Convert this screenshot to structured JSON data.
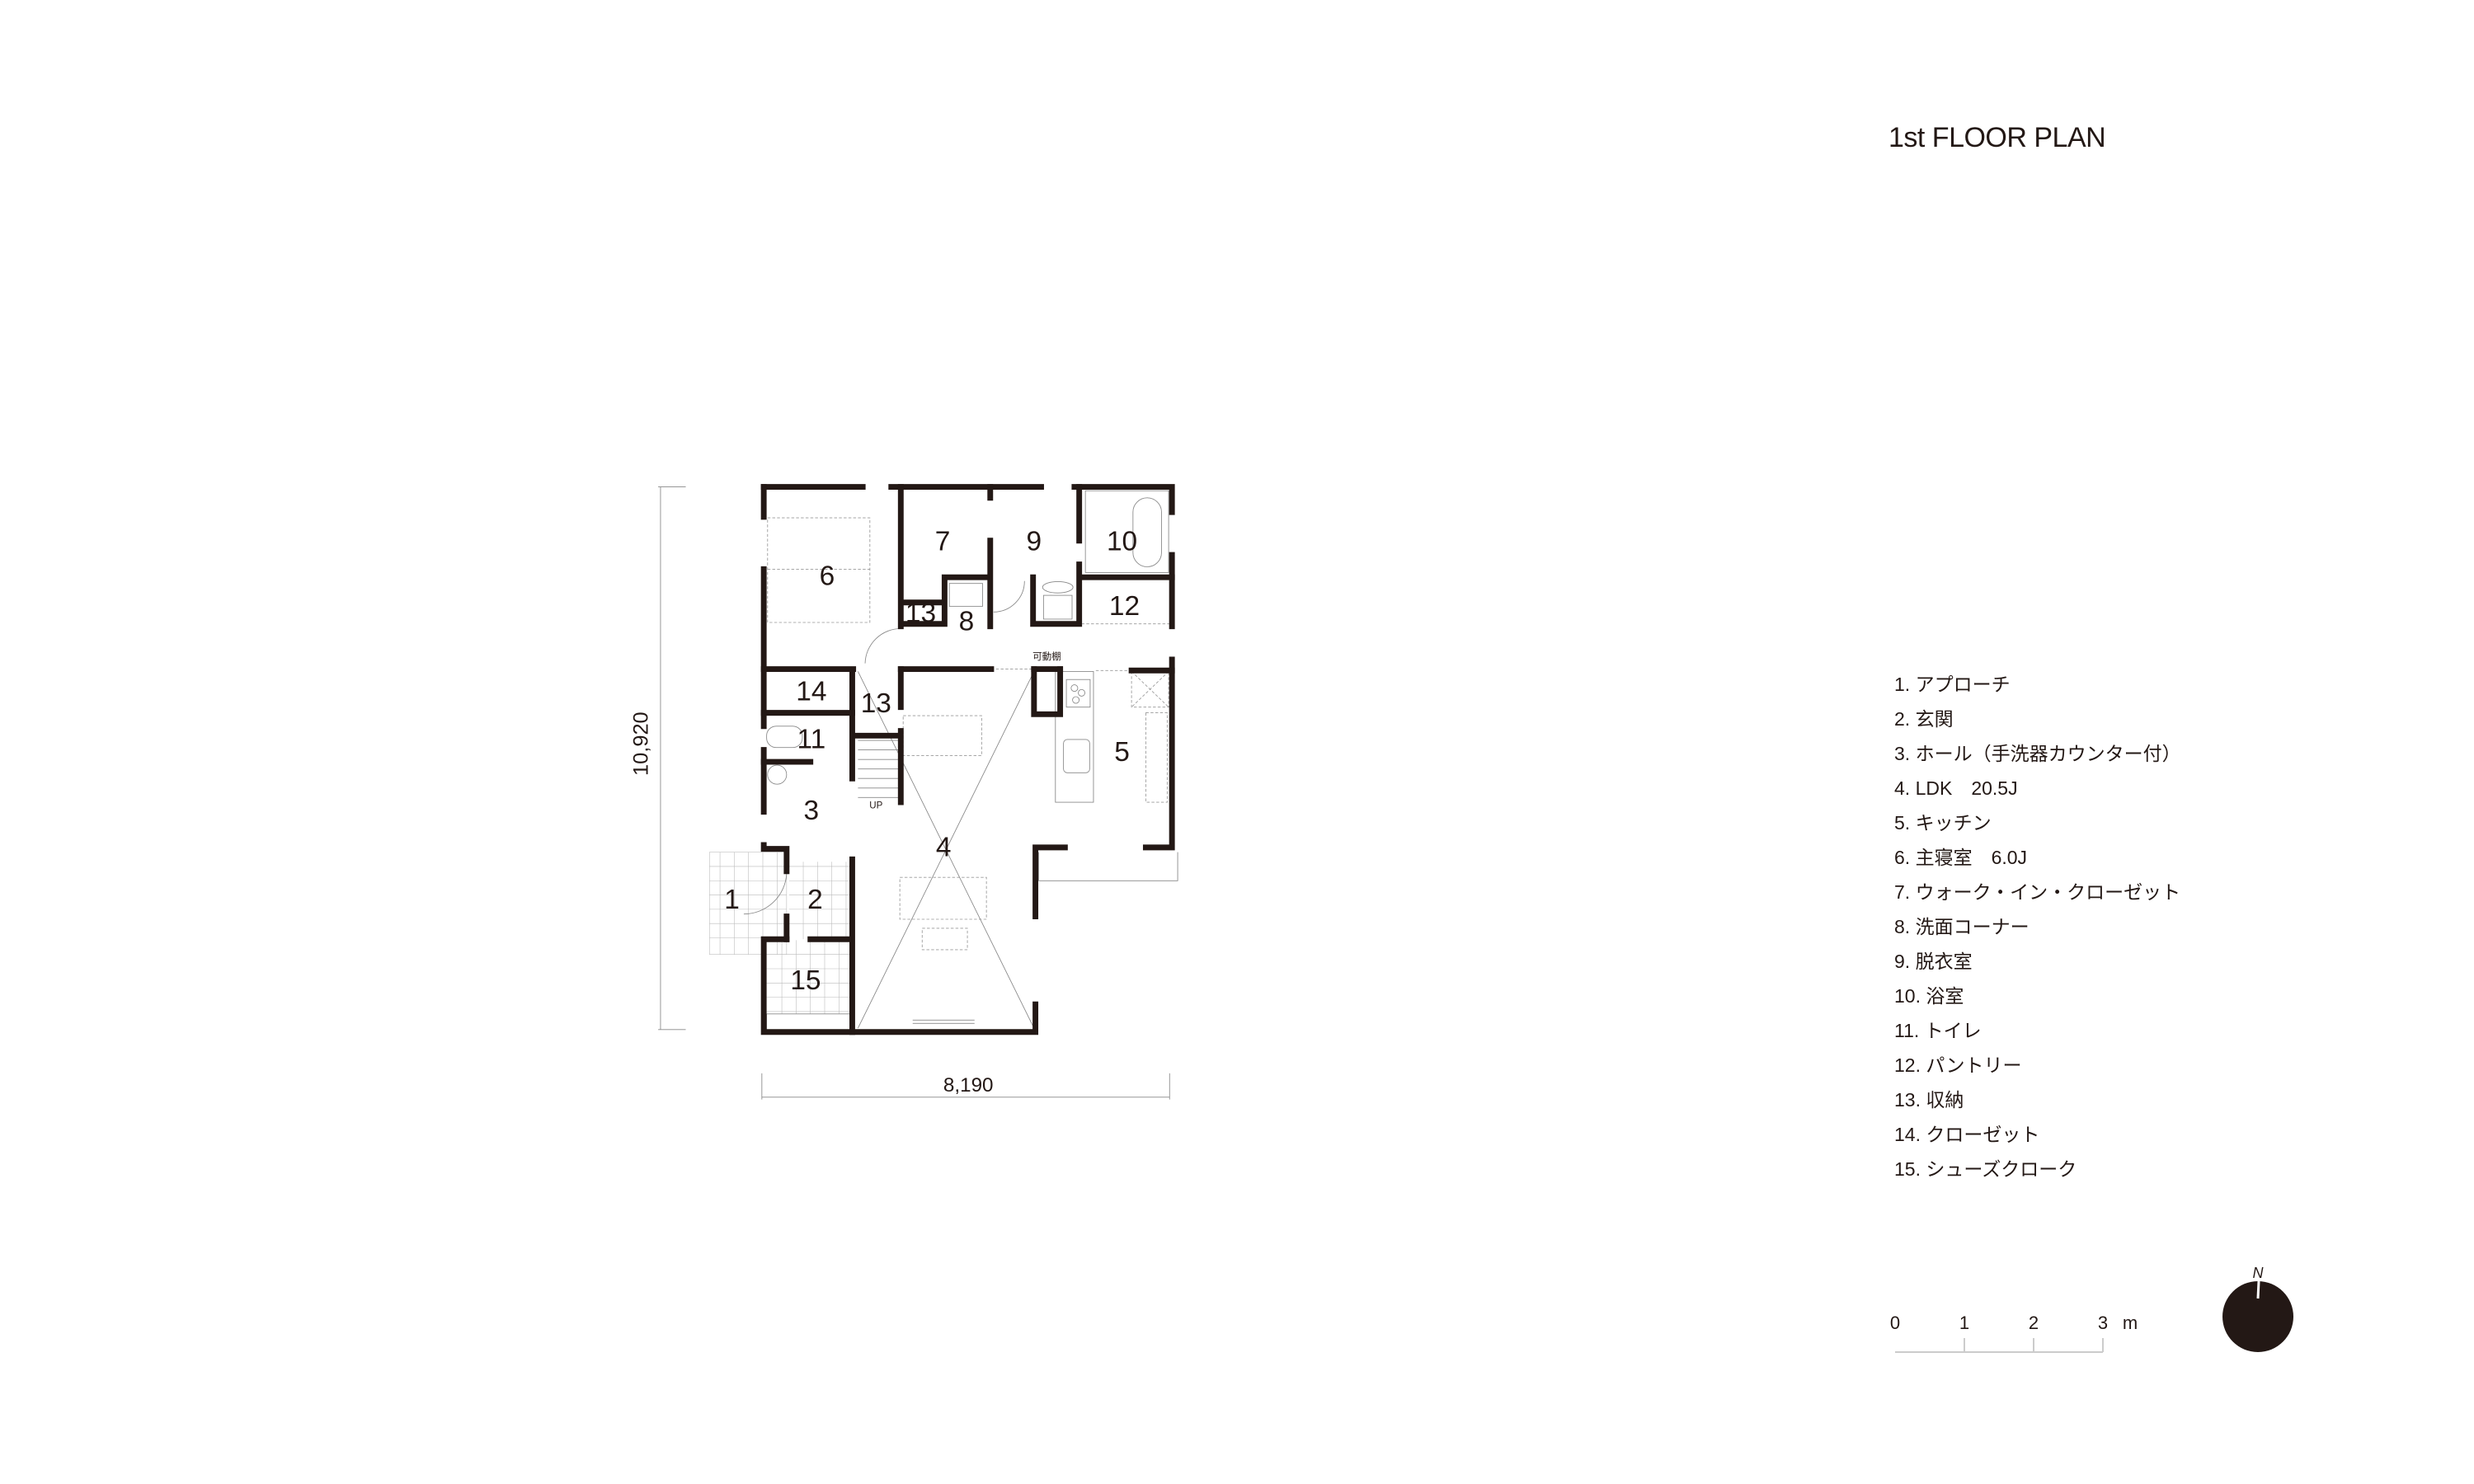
{
  "title": "1st FLOOR PLAN",
  "legend": [
    "1. アプローチ",
    "2. 玄関",
    "3. ホール（手洗器カウンター付）",
    "4. LDK　20.5J",
    "5. キッチン",
    "6. 主寝室　6.0J",
    "7. ウォーク・イン・クローゼット",
    "8. 洗面コーナー",
    "9. 脱衣室",
    "10. 浴室",
    "11. トイレ",
    "12. パントリー",
    "13. 収納",
    "14. クローゼット",
    "15. シューズクローク"
  ],
  "plan": {
    "rooms": [
      "1",
      "2",
      "3",
      "4",
      "5",
      "6",
      "7",
      "8",
      "9",
      "10",
      "11",
      "12",
      "13",
      "13",
      "14",
      "15"
    ],
    "shelf_label": "可動棚",
    "stairs_label": "UP",
    "dim_width": "8,190",
    "dim_height": "10,920"
  },
  "scale": {
    "ticks": [
      "0",
      "1",
      "2",
      "3"
    ],
    "unit": "m",
    "north": "N"
  },
  "colors": {
    "ink": "#231815"
  }
}
